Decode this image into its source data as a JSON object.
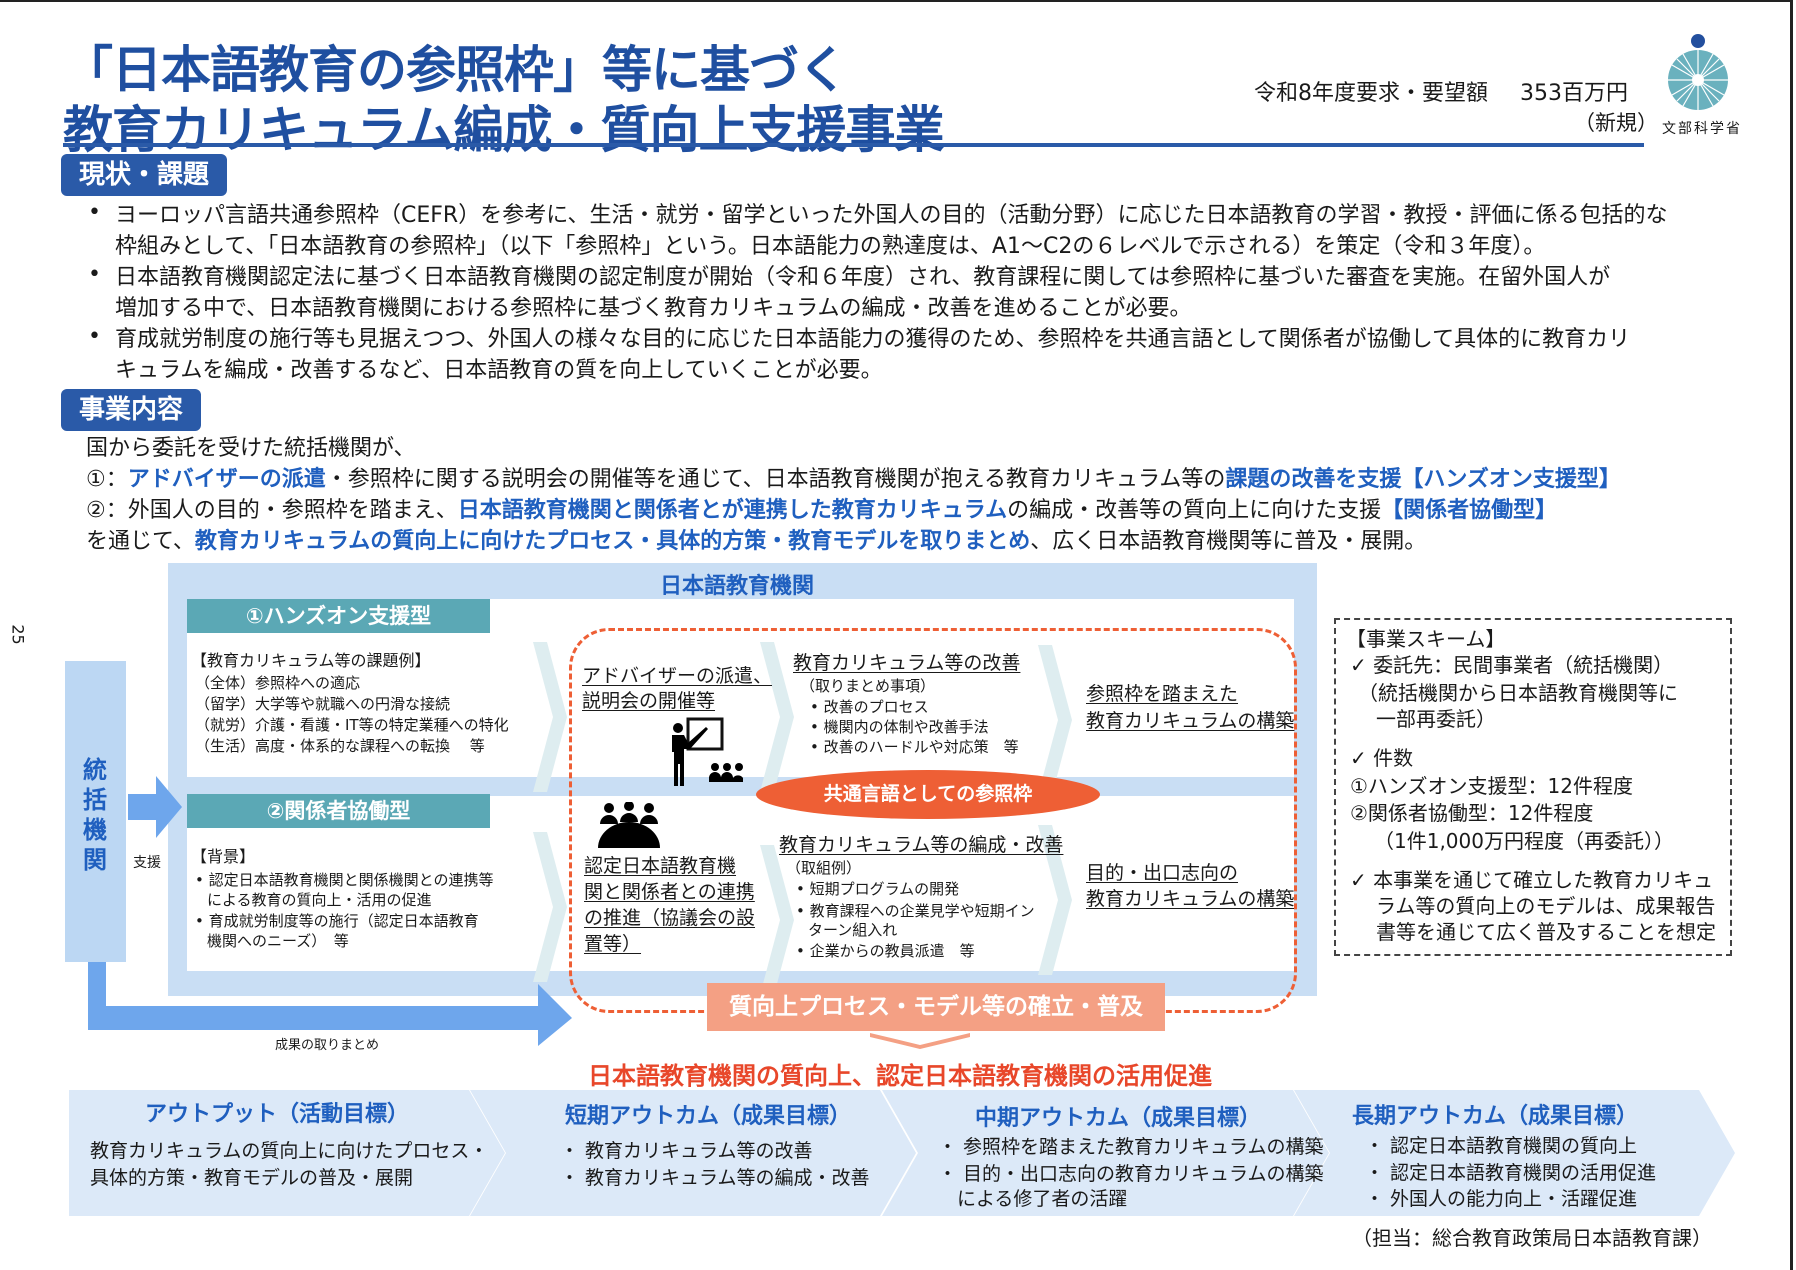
{
  "page_number": "25",
  "title": {
    "line1": "「日本語教育の参照枠」等に基づく",
    "line2": "教育カリキュラム編成・質向上支援事業"
  },
  "budget": {
    "label": "令和8年度要求・要望額",
    "amount": "353百万円",
    "status": "（新規）"
  },
  "logo": {
    "text": "文部科学省"
  },
  "section1": {
    "badge": "現状・課題",
    "bullets": [
      [
        "ヨーロッパ言語共通参照枠（CEFR）を参考に、生活・就労・留学といった外国人の目的（活動分野）に応じた日本語教育の学習・教授・評価に係る包括的な",
        "枠組みとして、「日本語教育の参照枠」（以下「参照枠」という。日本語能力の熟達度は、A1～C2の６レベルで示される）を策定（令和３年度）。"
      ],
      [
        "日本語教育機関認定法に基づく日本語教育機関の認定制度が開始（令和６年度）され、教育課程に関しては参照枠に基づいた審査を実施。在留外国人が",
        "増加する中で、日本語教育機関における参照枠に基づく教育カリキュラムの編成・改善を進めることが必要。"
      ],
      [
        "育成就労制度の施行等も見据えつつ、外国人の様々な目的に応じた日本語能力の獲得のため、参照枠を共通言語として関係者が協働して具体的に教育カリ",
        "キュラムを編成・改善するなど、日本語教育の質を向上していくことが必要。"
      ]
    ]
  },
  "section2": {
    "badge": "事業内容",
    "intro": "国から委託を受けた統括機関が、",
    "line1": {
      "a": "①：",
      "b": "アドバイザーの派遣",
      "c": "・参照枠に関する説明会の開催等を通じて、日本語教育機関が抱える教育カリキュラム等の",
      "d": "課題の改善を支援【ハンズオン支援型】"
    },
    "line2": {
      "a": "②：外国人の目的・参照枠を踏まえ、",
      "b": "日本語教育機関と関係者とが連携した教育カリキュラム",
      "c": "の編成・改善等の質向上に向けた支援",
      "d": "【関係者協働型】"
    },
    "line3": {
      "a": "を通じて、",
      "b": "教育カリキュラムの質向上に向けたプロセス・具体的方策・教育モデルを取りまとめ",
      "c": "、広く日本語教育機関等に普及・展開。"
    }
  },
  "diagram": {
    "org_title": "日本語教育機関",
    "hub": "統括機関",
    "support": "支援",
    "summary": "成果の取りまとめ",
    "type1": {
      "header": "①ハンズオン支援型",
      "heading": "【教育カリキュラム等の課題例】",
      "items": [
        "（全体）参照枠への適応",
        "（留学）大学等や就職への円滑な接続",
        "（就労）介護・看護・IT等の特定業種への特化",
        "（生活）高度・体系的な課程への転換　 等"
      ],
      "action": [
        "アドバイザーの派遣、",
        "説明会の開催等"
      ],
      "step_title": "教育カリキュラム等の改善",
      "step_sub": "（取りまとめ事項）",
      "step_items": [
        "改善のプロセス",
        "機関内の体制や改善手法",
        "改善のハードルや対応策　等"
      ],
      "result": [
        "参照枠を踏まえた",
        "教育カリキュラムの構築"
      ]
    },
    "type2": {
      "header": "②関係者協働型",
      "heading": "【背景】",
      "items": [
        [
          "認定日本語教育機関と関係機関との連携等",
          "による教育の質向上・活用の促進"
        ],
        [
          "育成就労制度等の施行（認定日本語教育",
          "機関へのニーズ）　等"
        ]
      ],
      "action": [
        "認定日本語教育機",
        "関と関係者との連携",
        "の推進（協議会の設",
        "置等）"
      ],
      "step_title": "教育カリキュラム等の編成・改善",
      "step_sub": "（取組例）",
      "step_items": [
        [
          "短期プログラムの開発"
        ],
        [
          "教育課程への企業見学や短期イン",
          "ターン組入れ"
        ],
        [
          "企業からの教員派遣　等"
        ]
      ],
      "result": [
        "目的・出口志向の",
        "教育カリキュラムの構築"
      ]
    },
    "common": "共通言語としての参照枠",
    "establish": "質向上プロセス・モデル等の確立・普及",
    "goal": "日本語教育機関の質向上、認定日本語教育機関の活用促進"
  },
  "scheme": {
    "lines": [
      "【事業スキーム】",
      "✓ 委託先：民間事業者（統括機関）",
      "（統括機関から日本語教育機関等に",
      "一部再委託）",
      "✓ 件数",
      "①ハンズオン支援型：12件程度",
      "②関係者協働型：12件程度",
      "（1件1,000万円程度（再委託））",
      "✓ 本事業を通じて確立した教育カリキュ",
      "ラム等の質向上のモデルは、成果報告",
      "書等を通じて広く普及することを想定"
    ]
  },
  "outcomes": [
    {
      "title": "アウトプット（活動目標）",
      "lines": [
        "教育カリキュラムの質向上に向けたプロセス・",
        "具体的方策・教育モデルの普及・展開"
      ]
    },
    {
      "title": "短期アウトカム（成果目標）",
      "lines": [
        "・ 教育カリキュラム等の改善",
        "・ 教育カリキュラム等の編成・改善"
      ]
    },
    {
      "title": "中期アウトカム（成果目標）",
      "lines": [
        "・ 参照枠を踏まえた教育カリキュラムの構築",
        "・ 目的・出口志向の教育カリキュラムの構築",
        "　による修了者の活躍"
      ]
    },
    {
      "title": "長期アウトカム（成果目標）",
      "lines": [
        "・ 認定日本語教育機関の質向上",
        "・ 認定日本語教育機関の活用促進",
        "・ 外国人の能力向上・活躍促進"
      ]
    }
  ],
  "contact": "（担当：総合教育政策局日本語教育課）",
  "colors": {
    "blue": "#2a5aa8",
    "teal": "#5ba8b5",
    "orange": "#ee5f35",
    "salmon": "#f4a084",
    "light": "#c9def4"
  }
}
